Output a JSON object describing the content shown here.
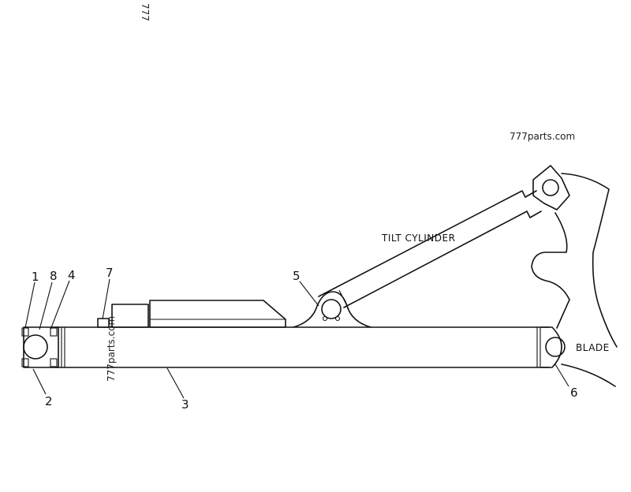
{
  "watermark_top": "777",
  "watermark_right": "777parts.com",
  "watermark_vertical": "777parts.com",
  "labels": {
    "tilt_cylinder": "TILT CYLINDER",
    "blade": "BLADE"
  },
  "callouts": [
    "1",
    "8",
    "4",
    "7",
    "5",
    "2",
    "3",
    "6"
  ]
}
